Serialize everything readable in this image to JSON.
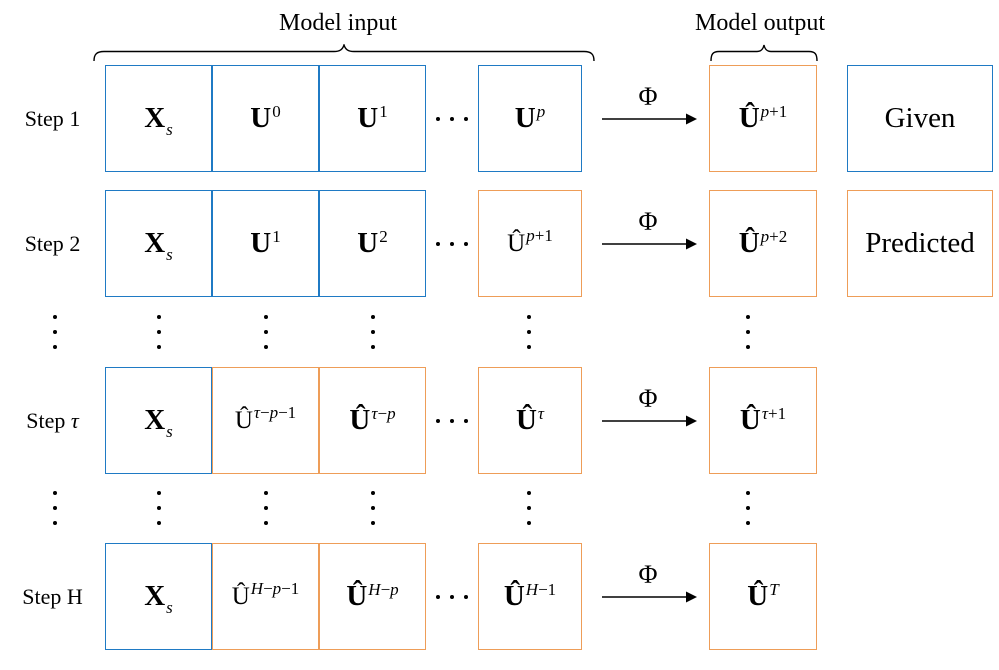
{
  "colors": {
    "blue": "#1f7ac4",
    "orange": "#ee9d58",
    "text": "#000000",
    "background": "#ffffff"
  },
  "phi": "Φ",
  "header": {
    "input_label": "Model input",
    "output_label": "Model output"
  },
  "rows": [
    {
      "kind": "step",
      "label": "Step 1",
      "cells": [
        {
          "base": "X",
          "sub": "s",
          "bold": true,
          "color": "blue"
        },
        {
          "base": "U",
          "sup": "0",
          "bold": true,
          "color": "blue"
        },
        {
          "base": "U",
          "sup": "1",
          "bold": true,
          "color": "blue"
        },
        {
          "base": "U",
          "sup": "p",
          "bold": true,
          "color": "blue"
        }
      ],
      "output": {
        "base": "Û",
        "sup": "p+1",
        "bold": true,
        "color": "orange"
      },
      "legend": {
        "text": "Given",
        "color": "blue"
      }
    },
    {
      "kind": "step",
      "label": "Step 2",
      "cells": [
        {
          "base": "X",
          "sub": "s",
          "bold": true,
          "color": "blue"
        },
        {
          "base": "U",
          "sup": "1",
          "bold": true,
          "color": "blue"
        },
        {
          "base": "U",
          "sup": "2",
          "bold": true,
          "color": "blue"
        },
        {
          "base": "Û",
          "sup": "p+1",
          "bold": false,
          "color": "orange"
        }
      ],
      "output": {
        "base": "Û",
        "sup": "p+2",
        "bold": true,
        "color": "orange"
      },
      "legend": {
        "text": "Predicted",
        "color": "orange"
      }
    },
    {
      "kind": "dots"
    },
    {
      "kind": "step",
      "label": "Step τ",
      "cells": [
        {
          "base": "X",
          "sub": "s",
          "bold": true,
          "color": "blue"
        },
        {
          "base": "Û",
          "sup": "τ−p−1",
          "bold": false,
          "color": "orange"
        },
        {
          "base": "Û",
          "sup": "τ−p",
          "bold": true,
          "color": "orange"
        },
        {
          "base": "Û",
          "sup": "τ",
          "bold": true,
          "color": "orange"
        }
      ],
      "output": {
        "base": "Û",
        "sup": "τ+1",
        "bold": true,
        "color": "orange"
      }
    },
    {
      "kind": "dots"
    },
    {
      "kind": "step",
      "label": "Step H",
      "cells": [
        {
          "base": "X",
          "sub": "s",
          "bold": true,
          "color": "blue"
        },
        {
          "base": "Û",
          "sup": "H−p−1",
          "bold": false,
          "color": "orange"
        },
        {
          "base": "Û",
          "sup": "H−p",
          "bold": true,
          "color": "orange"
        },
        {
          "base": "Û",
          "sup": "H−1",
          "bold": true,
          "color": "orange"
        }
      ],
      "output": {
        "base": "Û",
        "sup": "T",
        "bold": true,
        "color": "orange"
      }
    }
  ]
}
